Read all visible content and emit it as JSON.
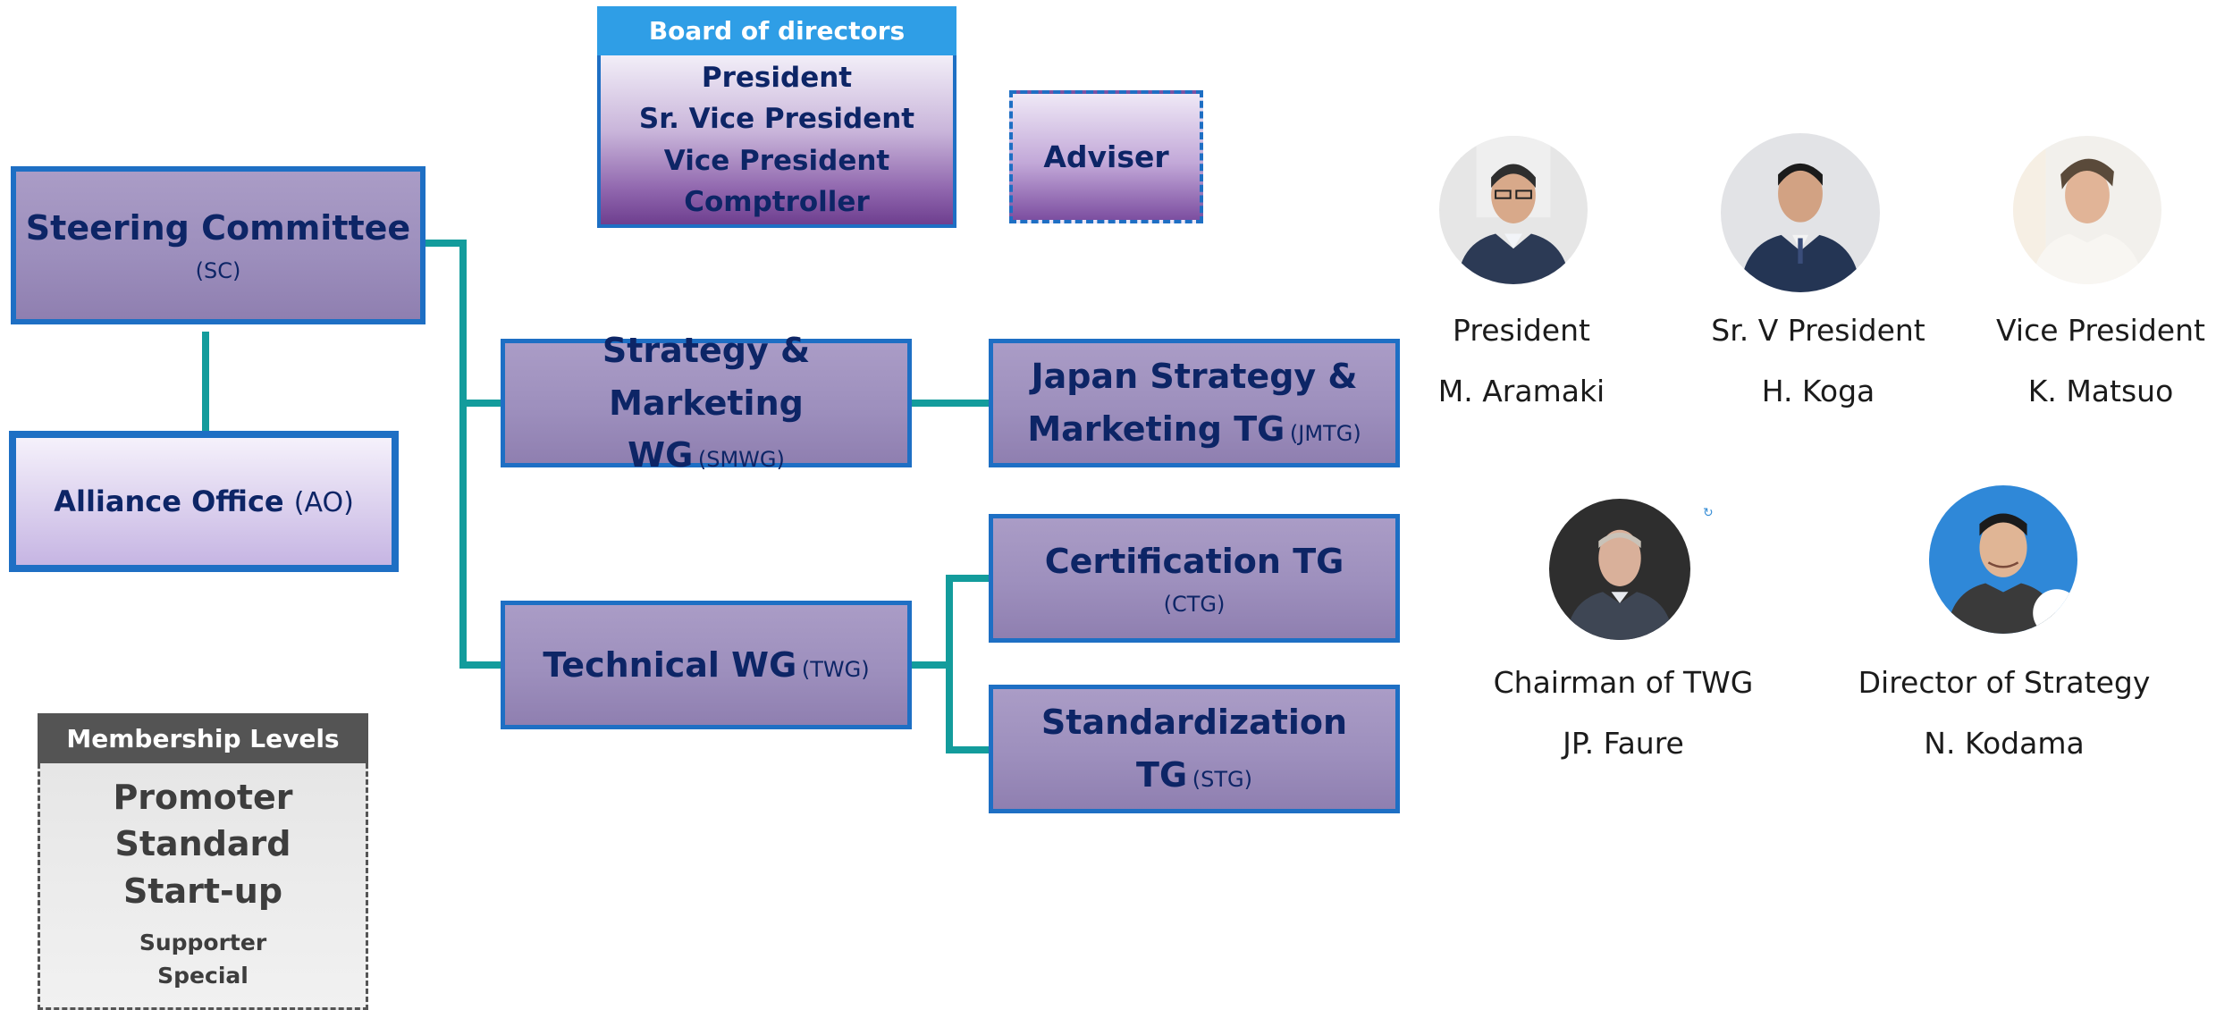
{
  "board": {
    "header": "Board of directors",
    "roles": [
      "President",
      "Sr. Vice President",
      "Vice President",
      "Comptroller"
    ]
  },
  "adviser": {
    "label": "Adviser"
  },
  "steering": {
    "name": "Steering Committee",
    "abbr": "(SC)"
  },
  "alliance": {
    "name": "Alliance Office",
    "abbr": "(AO)"
  },
  "smwg": {
    "line1": "Strategy & Marketing",
    "line2": "WG",
    "abbr": "(SMWG)"
  },
  "jmtg": {
    "line1": "Japan Strategy &",
    "line2": "Marketing TG",
    "abbr": "(JMTG)"
  },
  "twg": {
    "name": "Technical WG",
    "abbr": "(TWG)"
  },
  "ctg": {
    "name": "Certification TG",
    "abbr": "(CTG)"
  },
  "stg": {
    "line1": "Standardization",
    "line2": "TG",
    "abbr": "(STG)"
  },
  "membership": {
    "header": "Membership Levels",
    "major": [
      "Promoter",
      "Standard",
      "Start-up"
    ],
    "minor": [
      "Supporter",
      "Special"
    ]
  },
  "people": [
    {
      "role": "President",
      "name": "M. Aramaki"
    },
    {
      "role": "Sr. V President",
      "name": "H. Koga"
    },
    {
      "role": "Vice President",
      "name": "K. Matsuo"
    },
    {
      "role": "Chairman of TWG",
      "name": "JP. Faure"
    },
    {
      "role": "Director of Strategy",
      "name": "N. Kodama"
    }
  ],
  "colors": {
    "connector": "#139c9c",
    "box_border": "#1e6fc4",
    "board_header": "#2f9ee6",
    "membership_header": "#545454",
    "text_dark_blue": "#0d2566"
  },
  "icons": {
    "small_badge": "refresh-icon"
  }
}
